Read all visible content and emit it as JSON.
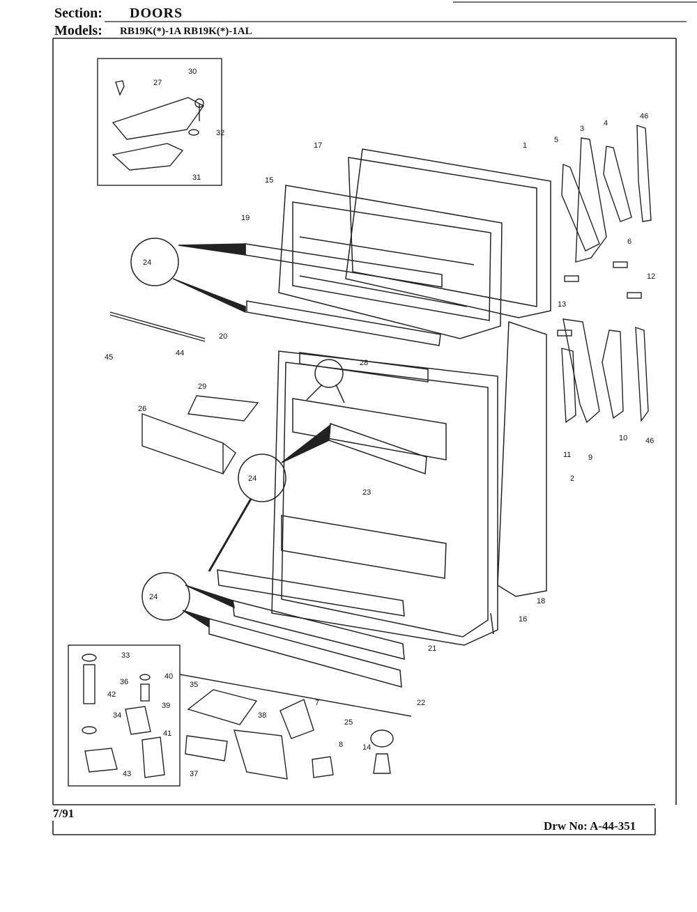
{
  "header": {
    "section_label": "Section:",
    "section_value": "DOORS",
    "models_label": "Models:",
    "models_value": "RB19K(*)-1A  RB19K(*)-1AL"
  },
  "footer": {
    "date": "7/91",
    "drawing_number": "Drw No: A-44-351"
  },
  "callouts": [
    "1",
    "2",
    "3",
    "4",
    "5",
    "6",
    "7",
    "8",
    "9",
    "10",
    "11",
    "12",
    "13",
    "14",
    "15",
    "16",
    "17",
    "18",
    "19",
    "20",
    "21",
    "22",
    "23",
    "24",
    "25",
    "26",
    "27",
    "28",
    "29",
    "30",
    "31",
    "32",
    "33",
    "34",
    "35",
    "36",
    "37",
    "38",
    "39",
    "40",
    "41",
    "42",
    "43",
    "44",
    "45",
    "46"
  ]
}
